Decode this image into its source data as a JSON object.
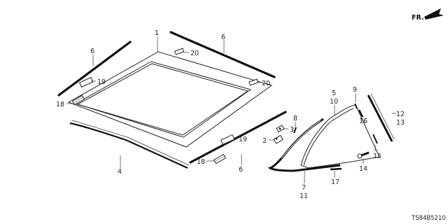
{
  "direction_label": "FR.",
  "diagram_code": "TS84B5210",
  "callouts": {
    "c1": "1",
    "c2": "2",
    "c3": "3",
    "c4": "4",
    "c5": "5",
    "c6a": "6",
    "c6b": "6",
    "c6c": "6",
    "c7": "7",
    "c8": "8",
    "c9": "9",
    "c10": "10",
    "c11": "11",
    "c12": "12",
    "c13": "13",
    "c14": "14",
    "c15": "15",
    "c16": "16",
    "c17": "17",
    "c18a": "18",
    "c18b": "18",
    "c19a": "19",
    "c19b": "19",
    "c20a": "20",
    "c20b": "20"
  }
}
